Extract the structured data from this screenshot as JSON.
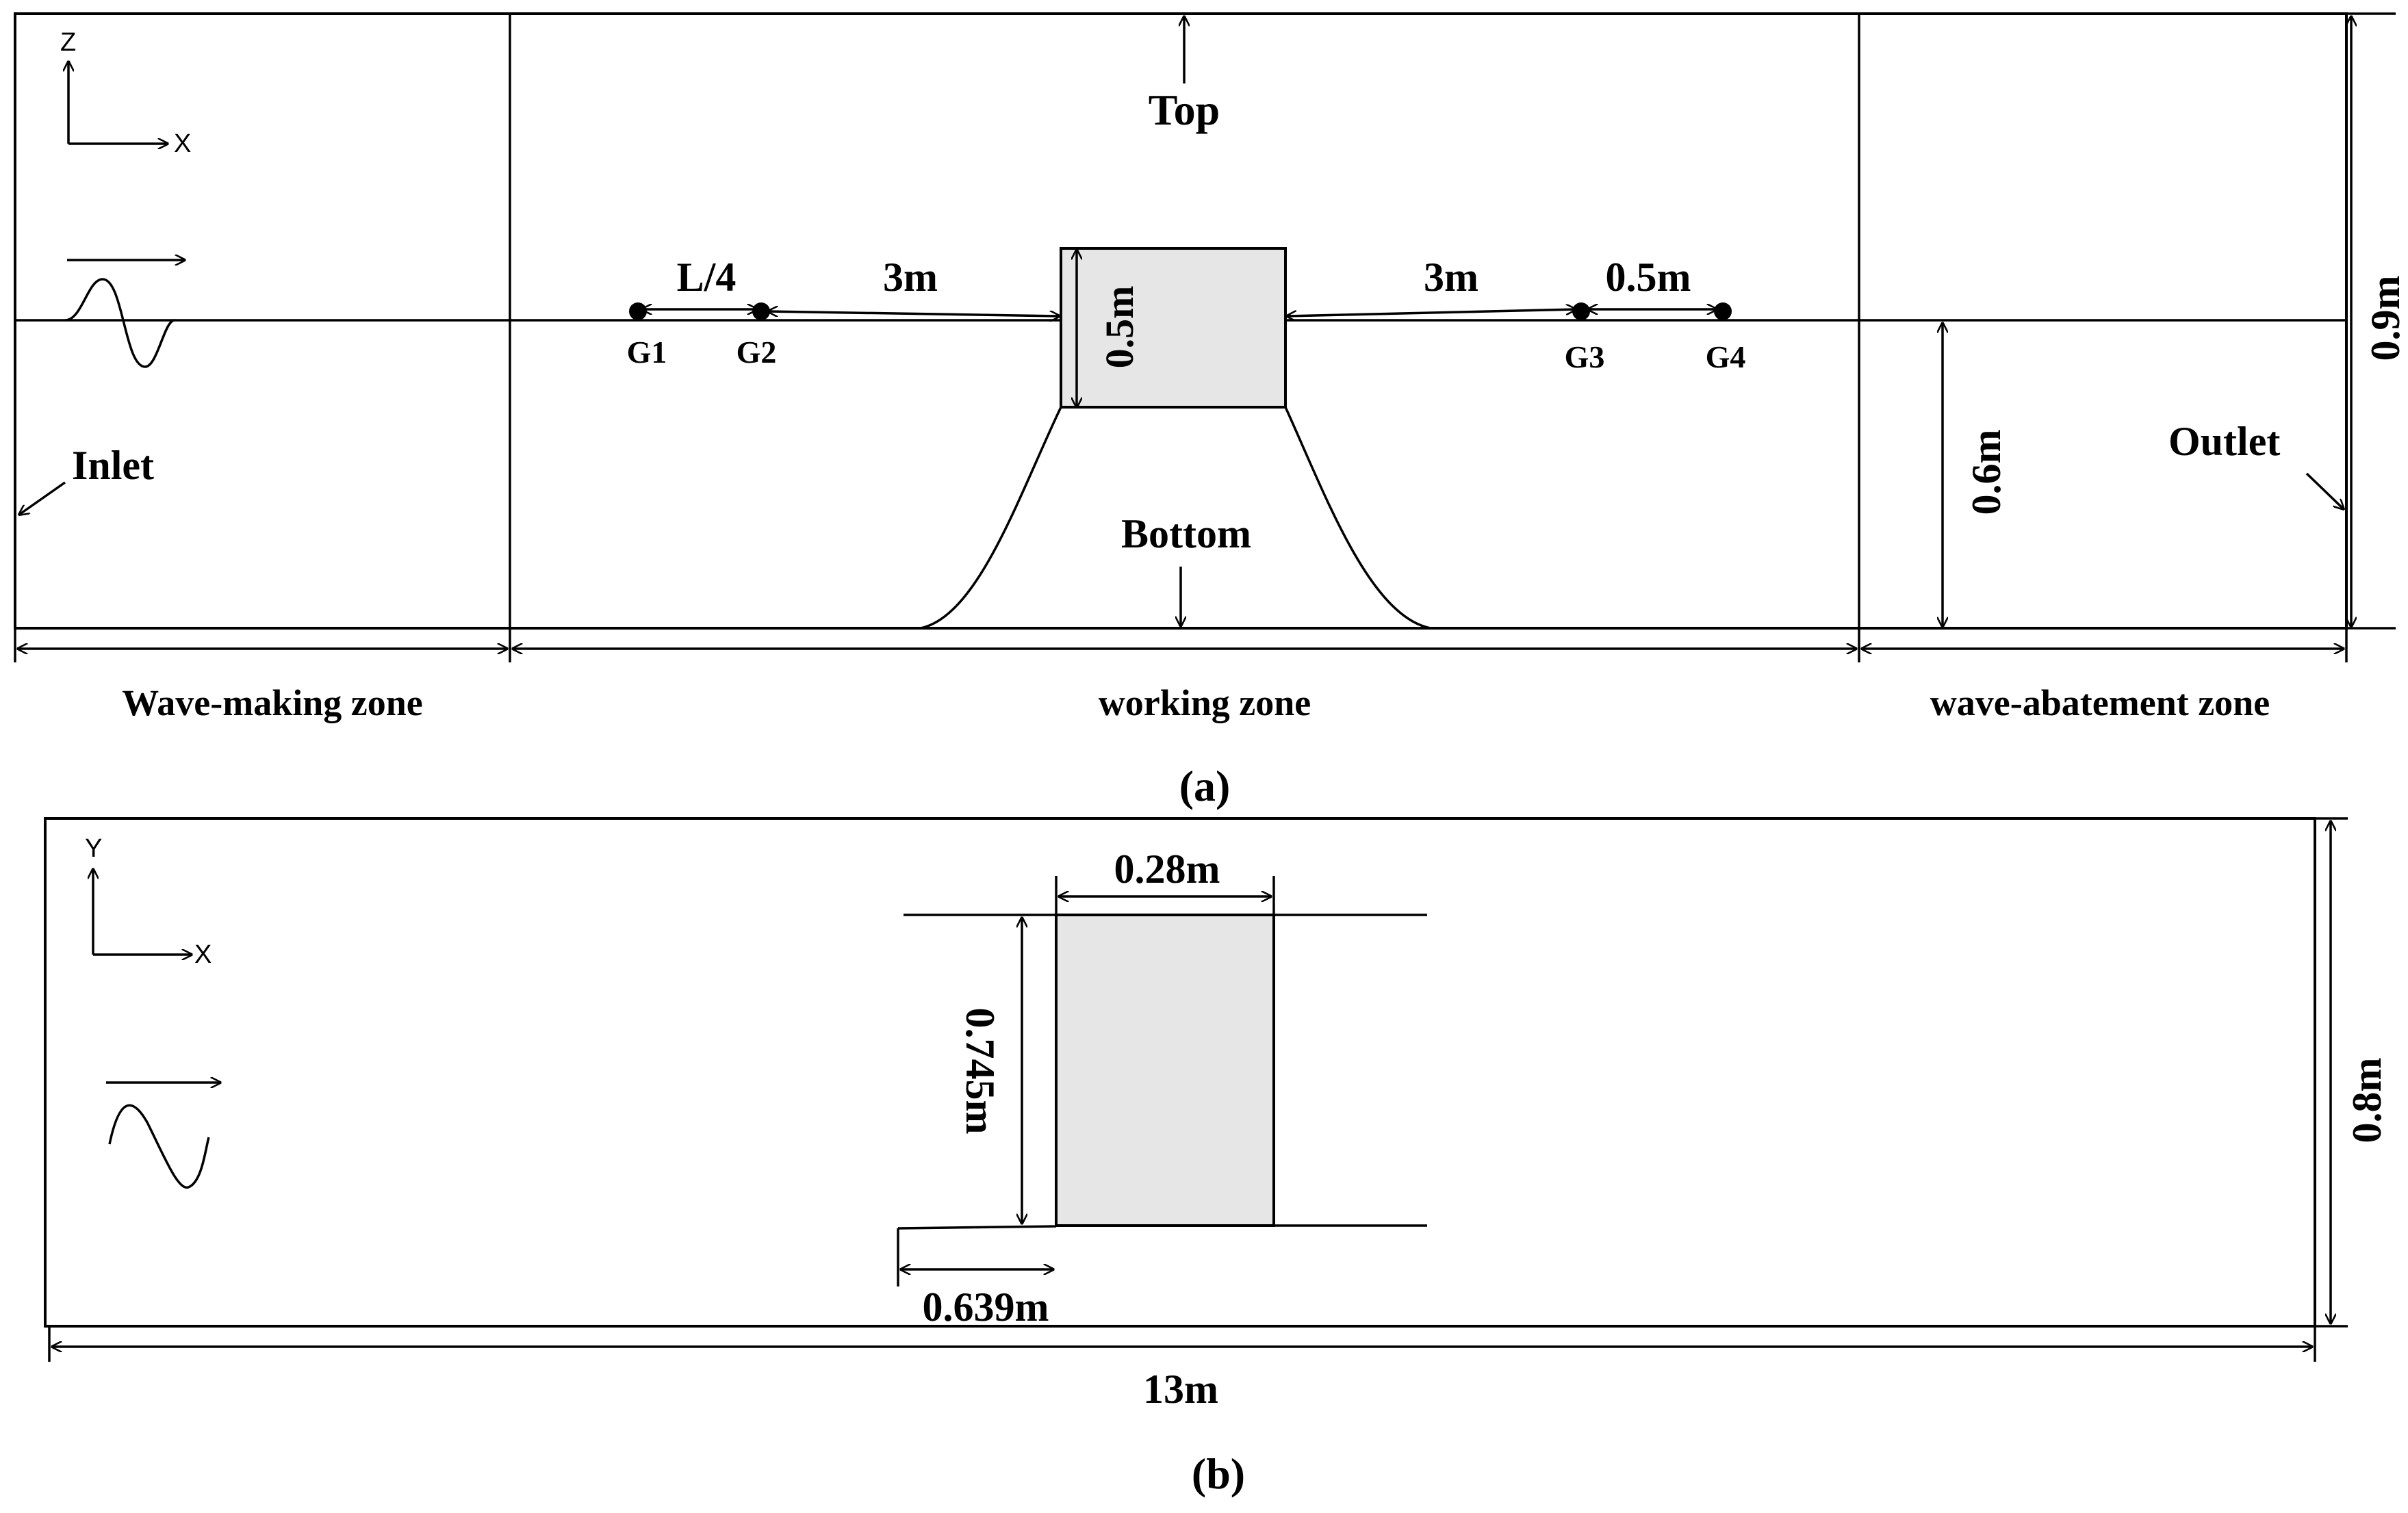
{
  "panel_a": {
    "axis_vertical": "Z",
    "axis_horizontal": "X",
    "top_label": "Top",
    "bottom_label": "Bottom",
    "inlet_label": "Inlet",
    "outlet_label": "Outlet",
    "dims": {
      "g1_g2": "L/4",
      "g2_structure": "3m",
      "structure_g3": "3m",
      "g3_g4": "0.5m",
      "structure_height": "0.5m",
      "water_depth": "0.6m",
      "tank_height": "0.9m"
    },
    "gauges": [
      "G1",
      "G2",
      "G3",
      "G4"
    ],
    "zones": {
      "wave_making": "Wave-making zone",
      "working": "working zone",
      "wave_abatement": "wave-abatement zone"
    },
    "caption": "(a)"
  },
  "panel_b": {
    "axis_vertical": "Y",
    "axis_horizontal": "X",
    "dims": {
      "structure_width": "0.28m",
      "structure_length": "0.745m",
      "offset": "0.639m",
      "tank_width": "0.8m",
      "tank_length": "13m"
    },
    "caption": "(b)"
  }
}
